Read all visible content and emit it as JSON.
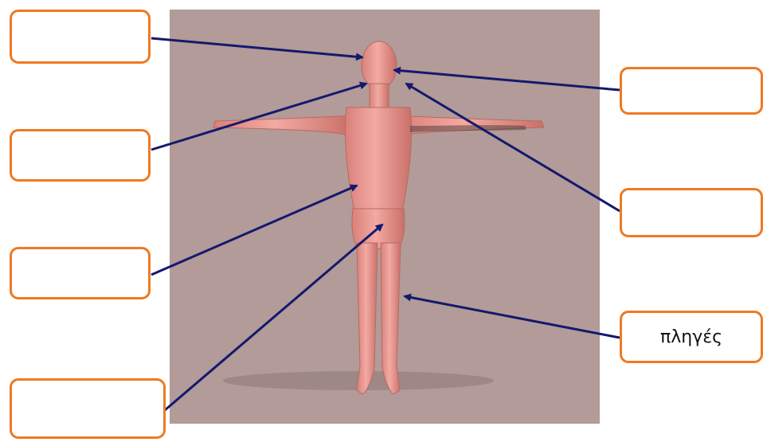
{
  "diagram": {
    "colors": {
      "background_panel": "#b29b98",
      "box_border": "#ee7a22",
      "arrow": "#14196e",
      "skin": "#e89a92"
    },
    "labels": [
      {
        "id": "box-tl1",
        "text": ""
      },
      {
        "id": "box-tl2",
        "text": ""
      },
      {
        "id": "box-tl3",
        "text": ""
      },
      {
        "id": "box-tl4",
        "text": ""
      },
      {
        "id": "box-tr1",
        "text": ""
      },
      {
        "id": "box-tr2",
        "text": ""
      },
      {
        "id": "box-tr3",
        "text": "πληγές"
      }
    ]
  }
}
